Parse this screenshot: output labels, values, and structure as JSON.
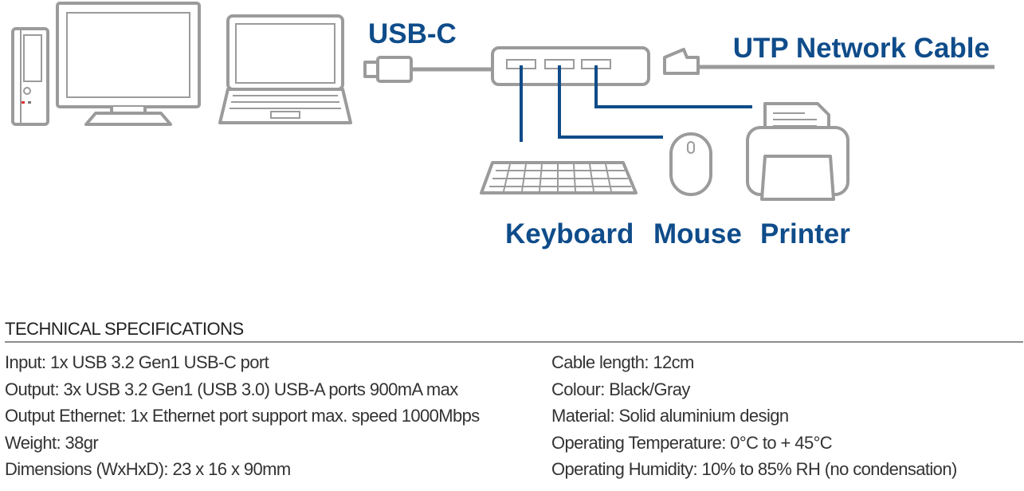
{
  "diagram": {
    "labels": {
      "usbc": "USB-C",
      "utp": "UTP Network Cable",
      "keyboard": "Keyboard",
      "mouse": "Mouse",
      "printer": "Printer"
    },
    "icons": [
      "desktop-tower-icon",
      "monitor-icon",
      "laptop-icon",
      "usb-c-plug-icon",
      "usb-hub-icon",
      "rj45-plug-icon",
      "keyboard-icon",
      "mouse-icon",
      "printer-icon"
    ],
    "colors": {
      "accent": "#0f4c8a",
      "device": "#9b9b9b",
      "text": "#333333"
    }
  },
  "specs": {
    "title": "TECHNICAL SPECIFICATIONS",
    "left": [
      "Input: 1x USB 3.2 Gen1 USB-C port",
      "Output: 3x USB 3.2 Gen1 (USB 3.0) USB-A ports 900mA max",
      "Output Ethernet: 1x Ethernet port support max. speed 1000Mbps",
      "Weight: 38gr",
      "Dimensions (WxHxD): 23 x 16 x 90mm"
    ],
    "right": [
      "Cable length: 12cm",
      "Colour: Black/Gray",
      "Material: Solid aluminium design",
      "Operating Temperature: 0°C to + 45°C",
      "Operating Humidity: 10% to 85% RH (no condensation)"
    ]
  }
}
